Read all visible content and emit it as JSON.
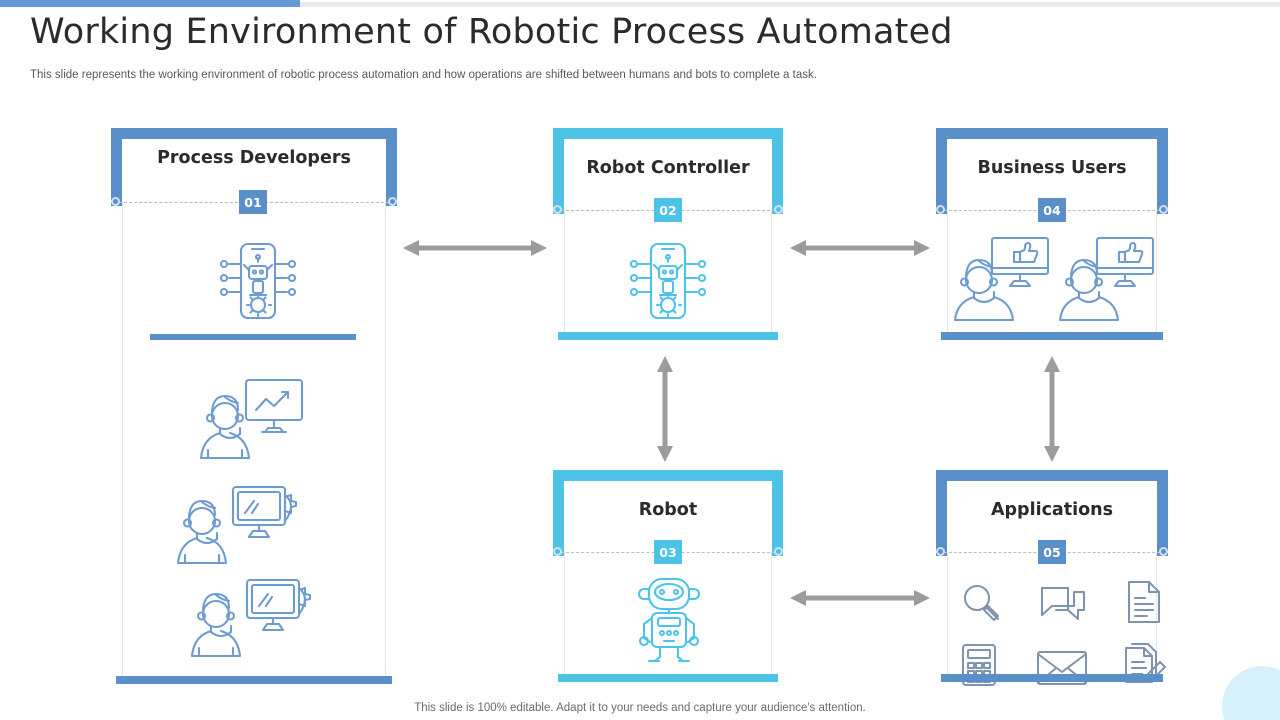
{
  "header": {
    "title": "Working Environment of Robotic Process Automated",
    "subtitle": "This slide represents the working environment of robotic process automation and how operations are shifted between humans and bots to complete a task."
  },
  "colors": {
    "blue": "#5b8fc9",
    "cyan": "#4ec3e8",
    "arrow_gray": "#9c9c9c",
    "text_dark": "#2b2b2b",
    "icon_blue": "#6f9cd0",
    "icon_cyan": "#4ec3e8",
    "icon_gray": "#7e93ac",
    "topbar_blue": "#6699d6",
    "topbar_gray": "#e9eaec",
    "corner_circle": "#d6f1fa"
  },
  "cards": [
    {
      "id": "process-developers",
      "title": "Process Developers",
      "number": "01",
      "accent": "blue",
      "icons": [
        "mobile-robot-gear-icon",
        "person-with-chart-monitor-icon",
        "person-with-gear-monitor-icon",
        "person-with-gear-monitor-icon"
      ]
    },
    {
      "id": "robot-controller",
      "title": "Robot Controller",
      "number": "02",
      "accent": "cyan",
      "icons": [
        "mobile-robot-gear-icon"
      ]
    },
    {
      "id": "business-users",
      "title": "Business Users",
      "number": "04",
      "accent": "blue",
      "icons": [
        "person-with-thumbsup-monitor-icon",
        "person-with-thumbsup-monitor-icon"
      ]
    },
    {
      "id": "robot",
      "title": "Robot",
      "number": "03",
      "accent": "cyan",
      "icons": [
        "robot-icon"
      ]
    },
    {
      "id": "applications",
      "title": "Applications",
      "number": "05",
      "accent": "blue",
      "icons": [
        "magnifier-icon",
        "chat-bubbles-icon",
        "document-icon",
        "calculator-icon",
        "envelope-icon",
        "edit-document-icon"
      ]
    }
  ],
  "connectors": [
    {
      "name": "arrow-developers-to-controller",
      "direction": "horizontal-bidirectional"
    },
    {
      "name": "arrow-controller-to-business-users",
      "direction": "horizontal-bidirectional"
    },
    {
      "name": "arrow-controller-to-robot",
      "direction": "vertical-bidirectional"
    },
    {
      "name": "arrow-business-users-to-applications",
      "direction": "vertical-bidirectional"
    },
    {
      "name": "arrow-robot-to-applications",
      "direction": "horizontal-bidirectional"
    }
  ],
  "footer": {
    "note": "This slide is 100% editable. Adapt it to your needs and capture your audience's attention."
  }
}
